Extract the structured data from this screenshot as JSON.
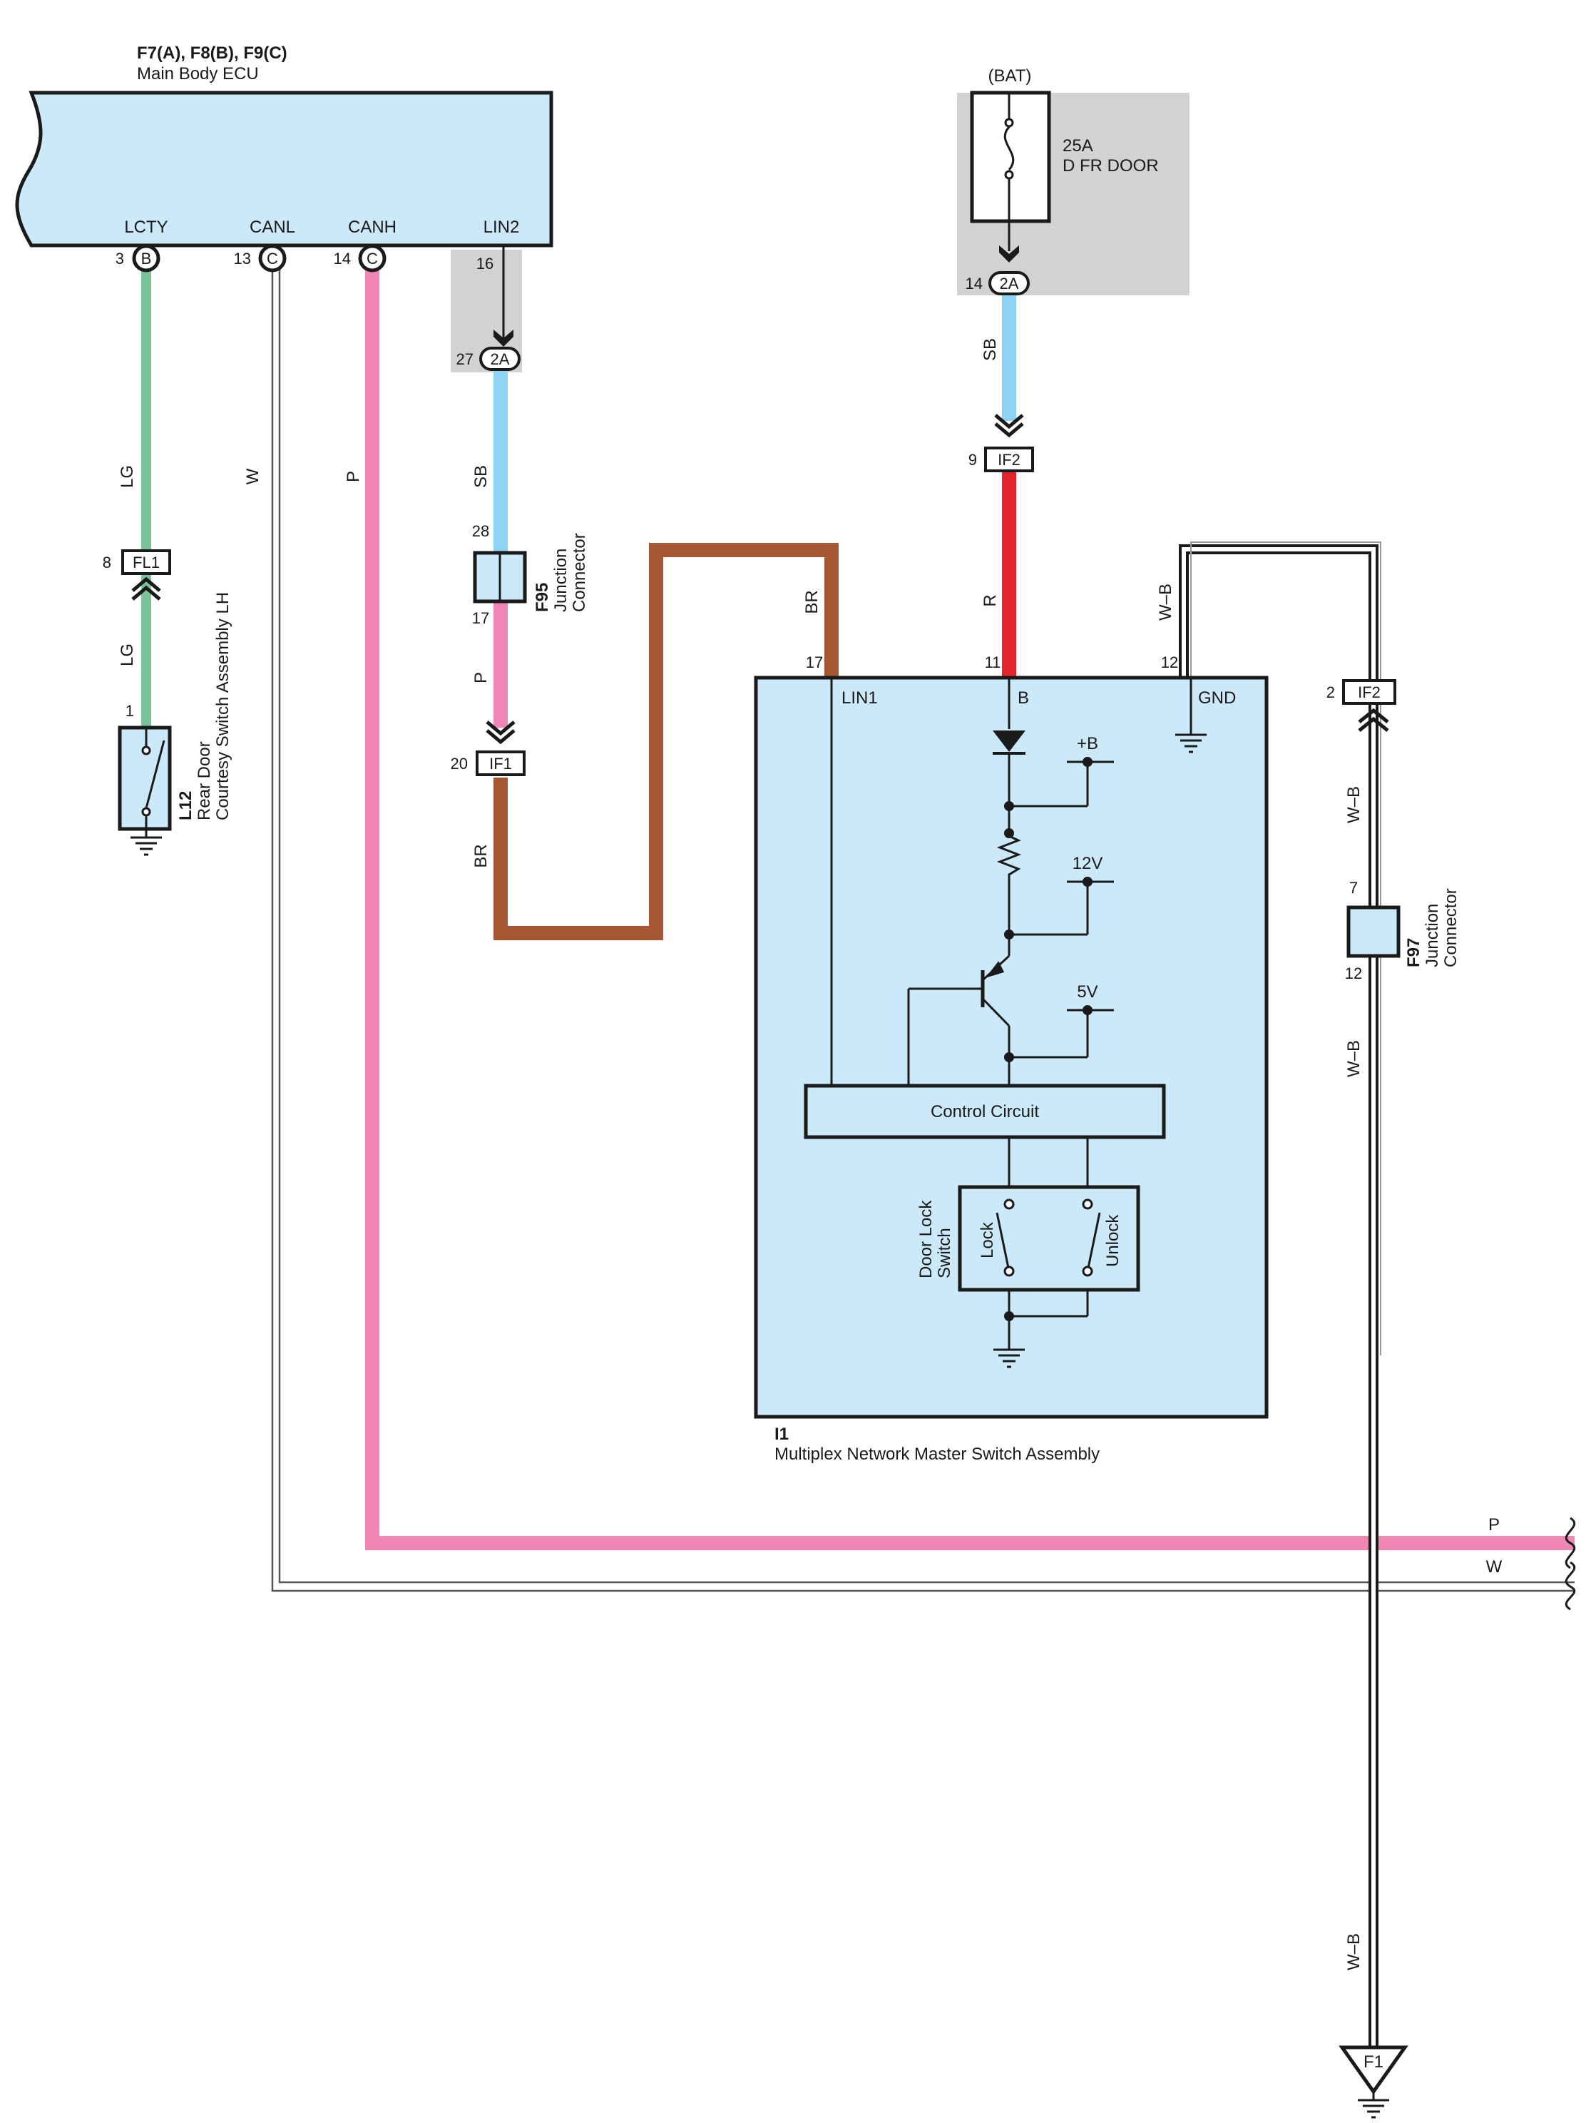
{
  "ecu": {
    "connectors": "F7(A), F8(B), F9(C)",
    "name": "Main Body ECU",
    "pins": {
      "lcty": "LCTY",
      "canl": "CANL",
      "canh": "CANH",
      "lin2": "LIN2",
      "lcty_num": "3",
      "lcty_conn": "B",
      "canl_num": "13",
      "canl_conn": "C",
      "canh_num": "14",
      "canh_conn": "C",
      "lin2_num": "16"
    }
  },
  "bat": {
    "label": "(BAT)",
    "fuse_rating": "25A",
    "fuse_name": "D FR DOOR",
    "pin_num": "14",
    "pin_conn": "2A"
  },
  "lin2_connector": {
    "pin_num": "27",
    "pin_conn": "2A"
  },
  "wires": {
    "lg_a": "LG",
    "lg_b": "LG",
    "w": "W",
    "p": "P",
    "sb_lin": "SB",
    "sb_bat": "SB",
    "p_f95": "P",
    "br_a": "BR",
    "br_b": "BR",
    "r": "R",
    "wb_top": "W–B",
    "wb_a": "W–B",
    "wb_b": "W–B",
    "wb_c": "W–B",
    "p_right": "P",
    "w_right": "W"
  },
  "fl1": {
    "label": "FL1",
    "pin": "8"
  },
  "l12": {
    "id": "L12",
    "name_line1": "Rear Door",
    "name_line2": "Courtesy Switch Assembly LH",
    "pin": "1"
  },
  "f95": {
    "id": "F95",
    "name_line1": "Junction",
    "name_line2": "Connector",
    "pin_top": "28",
    "pin_bottom": "17"
  },
  "if1": {
    "label": "IF1",
    "pin": "20"
  },
  "if2_top": {
    "label": "IF2",
    "pin": "9"
  },
  "if2_right": {
    "label": "IF2",
    "pin": "2"
  },
  "f97": {
    "id": "F97",
    "name_line1": "Junction",
    "name_line2": "Connector",
    "pin_top": "7",
    "pin_bottom": "12"
  },
  "i1": {
    "id": "I1",
    "name": "Multiplex Network Master Switch Assembly",
    "pins": {
      "lin1": "LIN1",
      "b": "B",
      "gnd": "GND",
      "lin1_num": "17",
      "b_num": "11",
      "gnd_num": "12"
    },
    "plus_b": "+B",
    "v12": "12V",
    "v5": "5V",
    "control_circuit": "Control Circuit",
    "door_lock_line1": "Door Lock",
    "door_lock_line2": "Switch",
    "lock": "Lock",
    "unlock": "Unlock"
  },
  "ground_f1": "F1",
  "colors": {
    "ecu_fill": "#cce9f9",
    "lg": "#7cc39a",
    "sb": "#8dd3f4",
    "pink": "#ef86b6",
    "brown": "#a55733",
    "red": "#e3242b",
    "gray_box": "#d1d2d4"
  },
  "icons": [
    "fuse-icon",
    "ground-icon",
    "switch-icon",
    "diode-icon",
    "resistor-icon",
    "transistor-icon"
  ]
}
